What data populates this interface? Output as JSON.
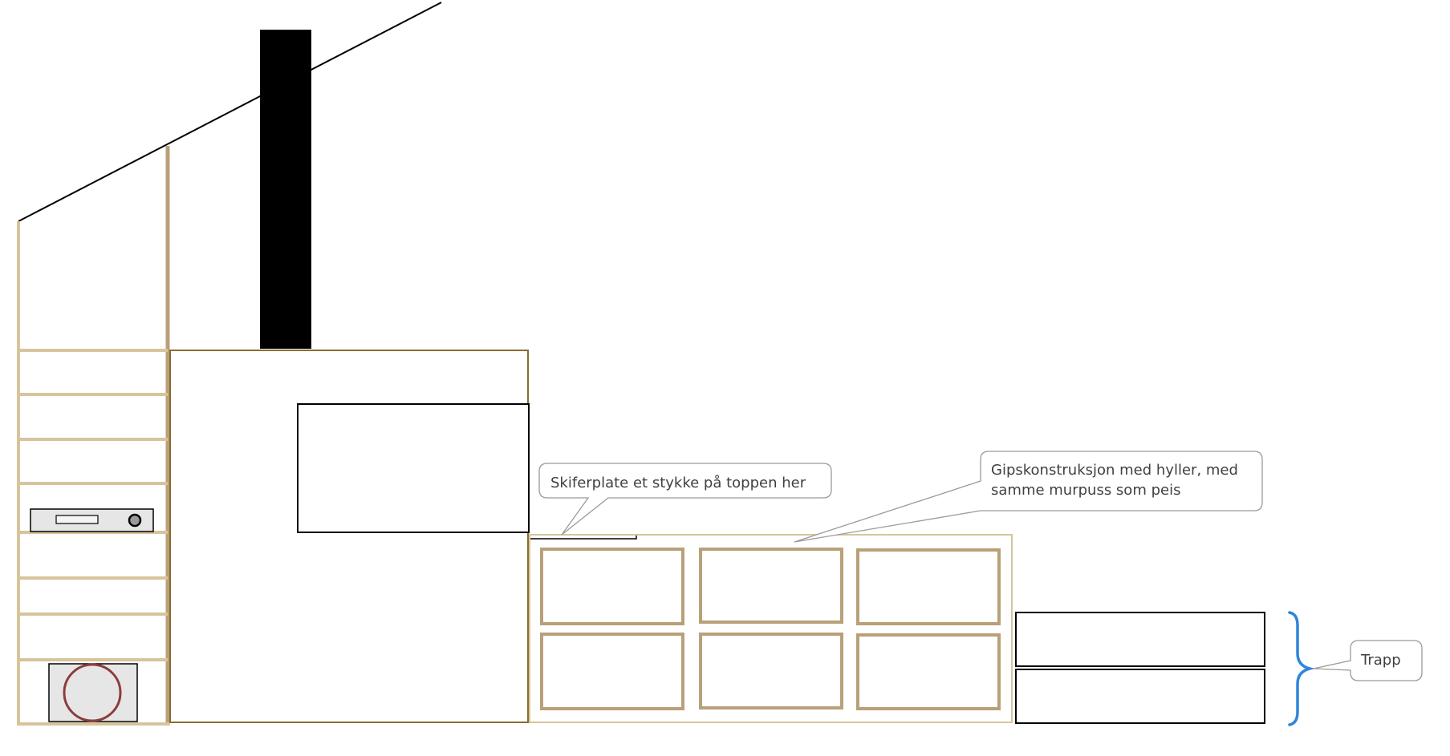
{
  "callouts": {
    "slate": {
      "label": "Skiferplate et stykke på toppen her"
    },
    "gypsum": {
      "line1": "Gipskonstruksjon med hyller, med",
      "line2": "samme murpuss som peis"
    },
    "stairs": {
      "label": "Trapp"
    }
  },
  "colors": {
    "wood": "#d8c49b",
    "wood_dark": "#b9a079",
    "fireplace_frame": "#8a6d2f",
    "chimney": "#000000",
    "brace": "#2f86d9",
    "speaker_ring": "#8b3d3d",
    "device_fill": "#e6e6e6",
    "callout_border": "#9a9a9a"
  }
}
